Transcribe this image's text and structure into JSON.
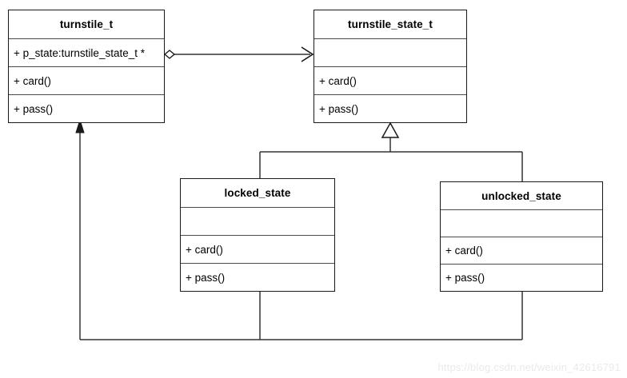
{
  "diagram": {
    "type": "uml-class-diagram",
    "title": "turnstile state pattern class diagram",
    "background_color": "#ffffff",
    "line_color": "#1a1a1a",
    "text_color": "#000000"
  },
  "classes": [
    {
      "id": "turnstile_t",
      "name": "turnstile_t",
      "attributes": [
        "+ p_state:turnstile_state_t *"
      ],
      "operations": [
        "+ card()",
        "+ pass()"
      ]
    },
    {
      "id": "turnstile_state_t",
      "name": "turnstile_state_t",
      "attributes": [
        ""
      ],
      "operations": [
        "+ card()",
        "+ pass()"
      ]
    },
    {
      "id": "locked_state",
      "name": "locked_state",
      "attributes": [
        ""
      ],
      "operations": [
        "+ card()",
        "+ pass()"
      ]
    },
    {
      "id": "unlocked_state",
      "name": "unlocked_state",
      "attributes": [
        ""
      ],
      "operations": [
        "+ card()",
        "+ pass()"
      ]
    }
  ],
  "relationships": [
    {
      "id": "aggregation",
      "kind": "aggregation",
      "from": "turnstile_t",
      "to": "turnstile_state_t",
      "source_marker": "hollow-diamond",
      "target_marker": "open-arrow"
    },
    {
      "id": "generalization-locked",
      "kind": "generalization",
      "from": "locked_state",
      "to": "turnstile_state_t",
      "target_marker": "hollow-triangle"
    },
    {
      "id": "generalization-unlocked",
      "kind": "generalization",
      "from": "unlocked_state",
      "to": "turnstile_state_t",
      "target_marker": "hollow-triangle"
    },
    {
      "id": "dependency-back",
      "kind": "association",
      "from": "locked_state/unlocked_state",
      "to": "turnstile_t",
      "target_marker": "filled-arrow"
    }
  ],
  "watermark": {
    "text": "https://blog.csdn.net/weixin_42616791",
    "color": "#eaeaea"
  }
}
